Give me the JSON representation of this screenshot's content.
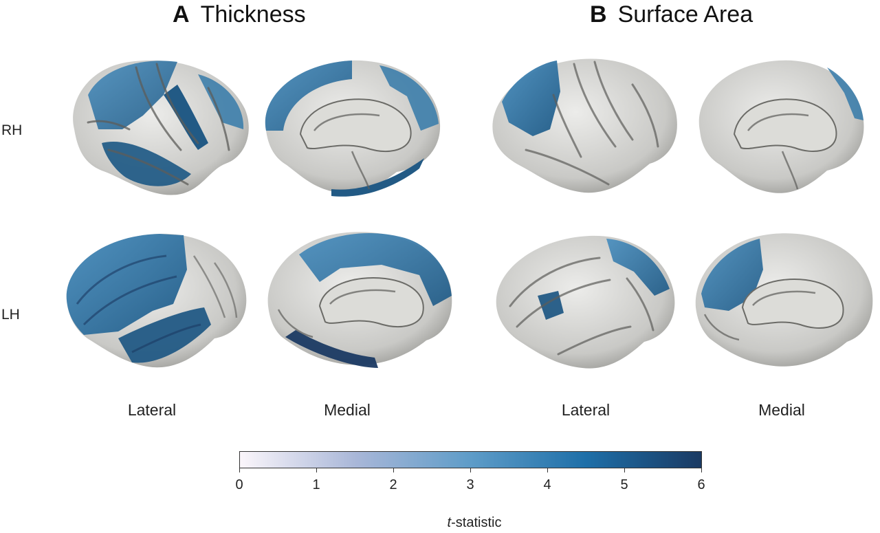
{
  "panels": [
    {
      "letter": "A",
      "title": "Thickness"
    },
    {
      "letter": "B",
      "title": "Surface Area"
    }
  ],
  "rows": [
    "RH",
    "LH"
  ],
  "views": [
    "Lateral",
    "Medial",
    "Lateral",
    "Medial"
  ],
  "colorbar": {
    "ticks": [
      "0",
      "1",
      "2",
      "3",
      "4",
      "5",
      "6"
    ],
    "label_prefix": "t",
    "label_suffix": "-statistic",
    "colors": [
      "#fbf6fb",
      "#a9b7d8",
      "#5e9cc8",
      "#1e6fa8",
      "#1b3a63"
    ]
  },
  "colors": {
    "cortex": "#d3d3d0",
    "sulci": "#5d5d5a",
    "highlight_mid": "#3d7eab",
    "highlight_dark": "#225a85"
  }
}
